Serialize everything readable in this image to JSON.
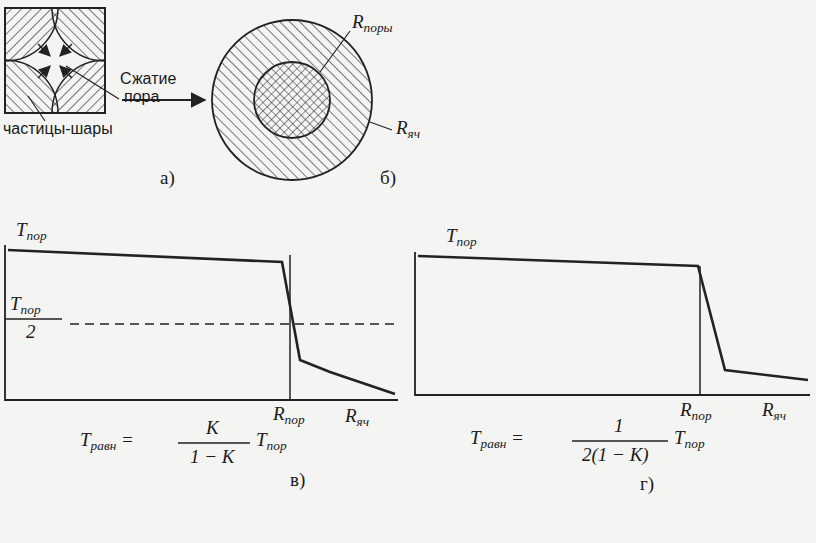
{
  "diagram": {
    "labels": [
      "пора",
      "частицы-шары",
      "а)",
      "Сжатие",
      "Rпоры",
      "Rяч",
      "б)",
      "Tпор",
      "Tпор",
      "2",
      "Rпор",
      "Rяч",
      "Tравн =",
      "K",
      "1 − K",
      "Tпор",
      "в)",
      "Tпор",
      "Rпор",
      "Rяч",
      "Tравн =",
      "1",
      "2(1 − K)",
      "Tпор",
      "г)"
    ]
  }
}
